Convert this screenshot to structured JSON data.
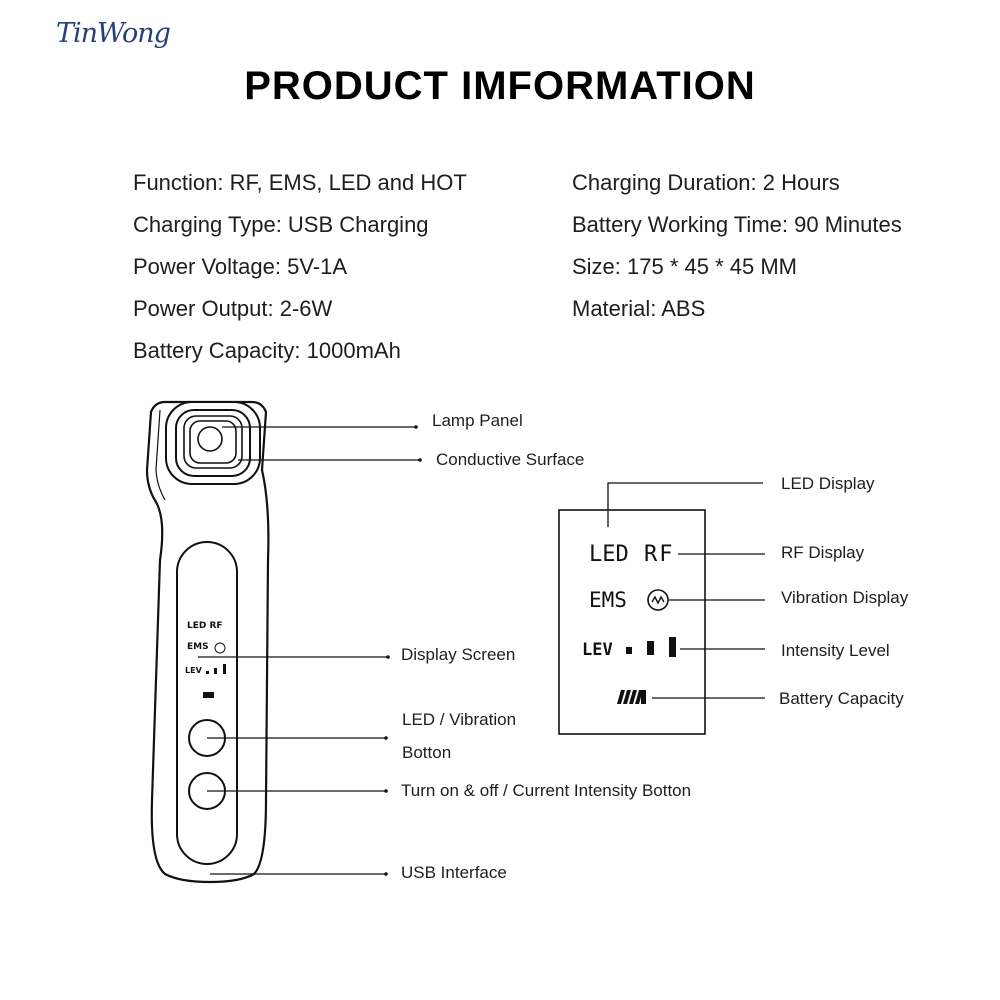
{
  "brand": "TinWong",
  "title": "PRODUCT IMFORMATION",
  "specs": {
    "left": [
      "Function: RF, EMS, LED and HOT",
      "Charging Type: USB Charging",
      "Power Voltage: 5V-1A",
      "Power Output: 2-6W",
      "Battery Capacity: 1000mAh"
    ],
    "right": [
      "Charging Duration: 2 Hours",
      "Battery Working Time: 90 Minutes",
      "Size: 175 * 45 * 45 MM",
      "Material: ABS"
    ]
  },
  "device_labels": {
    "lamp_panel": "Lamp Panel",
    "conductive_surface": "Conductive Surface",
    "display_screen": "Display Screen",
    "led_vibration_line1": "LED / Vibration",
    "led_vibration_line2": "Botton",
    "power_button": "Turn on & off / Current Intensity Botton",
    "usb_interface": "USB Interface"
  },
  "display_labels": {
    "led_display": "LED Display",
    "rf_display": "RF Display",
    "vibration_display": "Vibration Display",
    "intensity_level": "Intensity Level",
    "battery_capacity": "Battery Capacity"
  },
  "lcd": {
    "led": "LED",
    "rf": "RF",
    "ems": "EMS",
    "lev": "LEV"
  },
  "mini_screen": {
    "line1": "LED  RF",
    "line2": "EMS",
    "line3": "LEV"
  },
  "colors": {
    "brand": "#243f86",
    "line": "#111111"
  }
}
